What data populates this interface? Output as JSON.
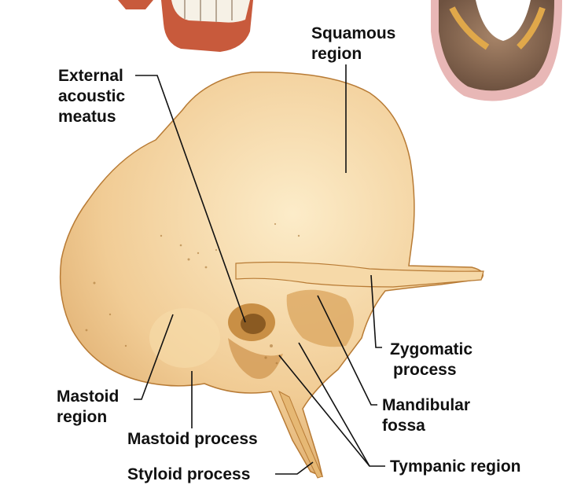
{
  "labels": {
    "squamous_region": [
      "Squamous",
      "region"
    ],
    "external_acoustic_meatus": [
      "External",
      "acoustic",
      "meatus"
    ],
    "zygomatic_process": [
      "Zygomatic",
      "process"
    ],
    "mastoid_region": [
      "Mastoid",
      "region"
    ],
    "mandibular_fossa": [
      "Mandibular",
      "fossa"
    ],
    "mastoid_process": "Mastoid process",
    "styloid_process": "Styloid process",
    "tympanic_region": "Tympanic region"
  },
  "colors": {
    "bone_fill": "#f1cc95",
    "bone_shadow": "#c98f45",
    "skull_inner": "#8a6a52",
    "teeth": "#f6f1e6",
    "gum": "#c85a3c",
    "leader": "#111111"
  }
}
